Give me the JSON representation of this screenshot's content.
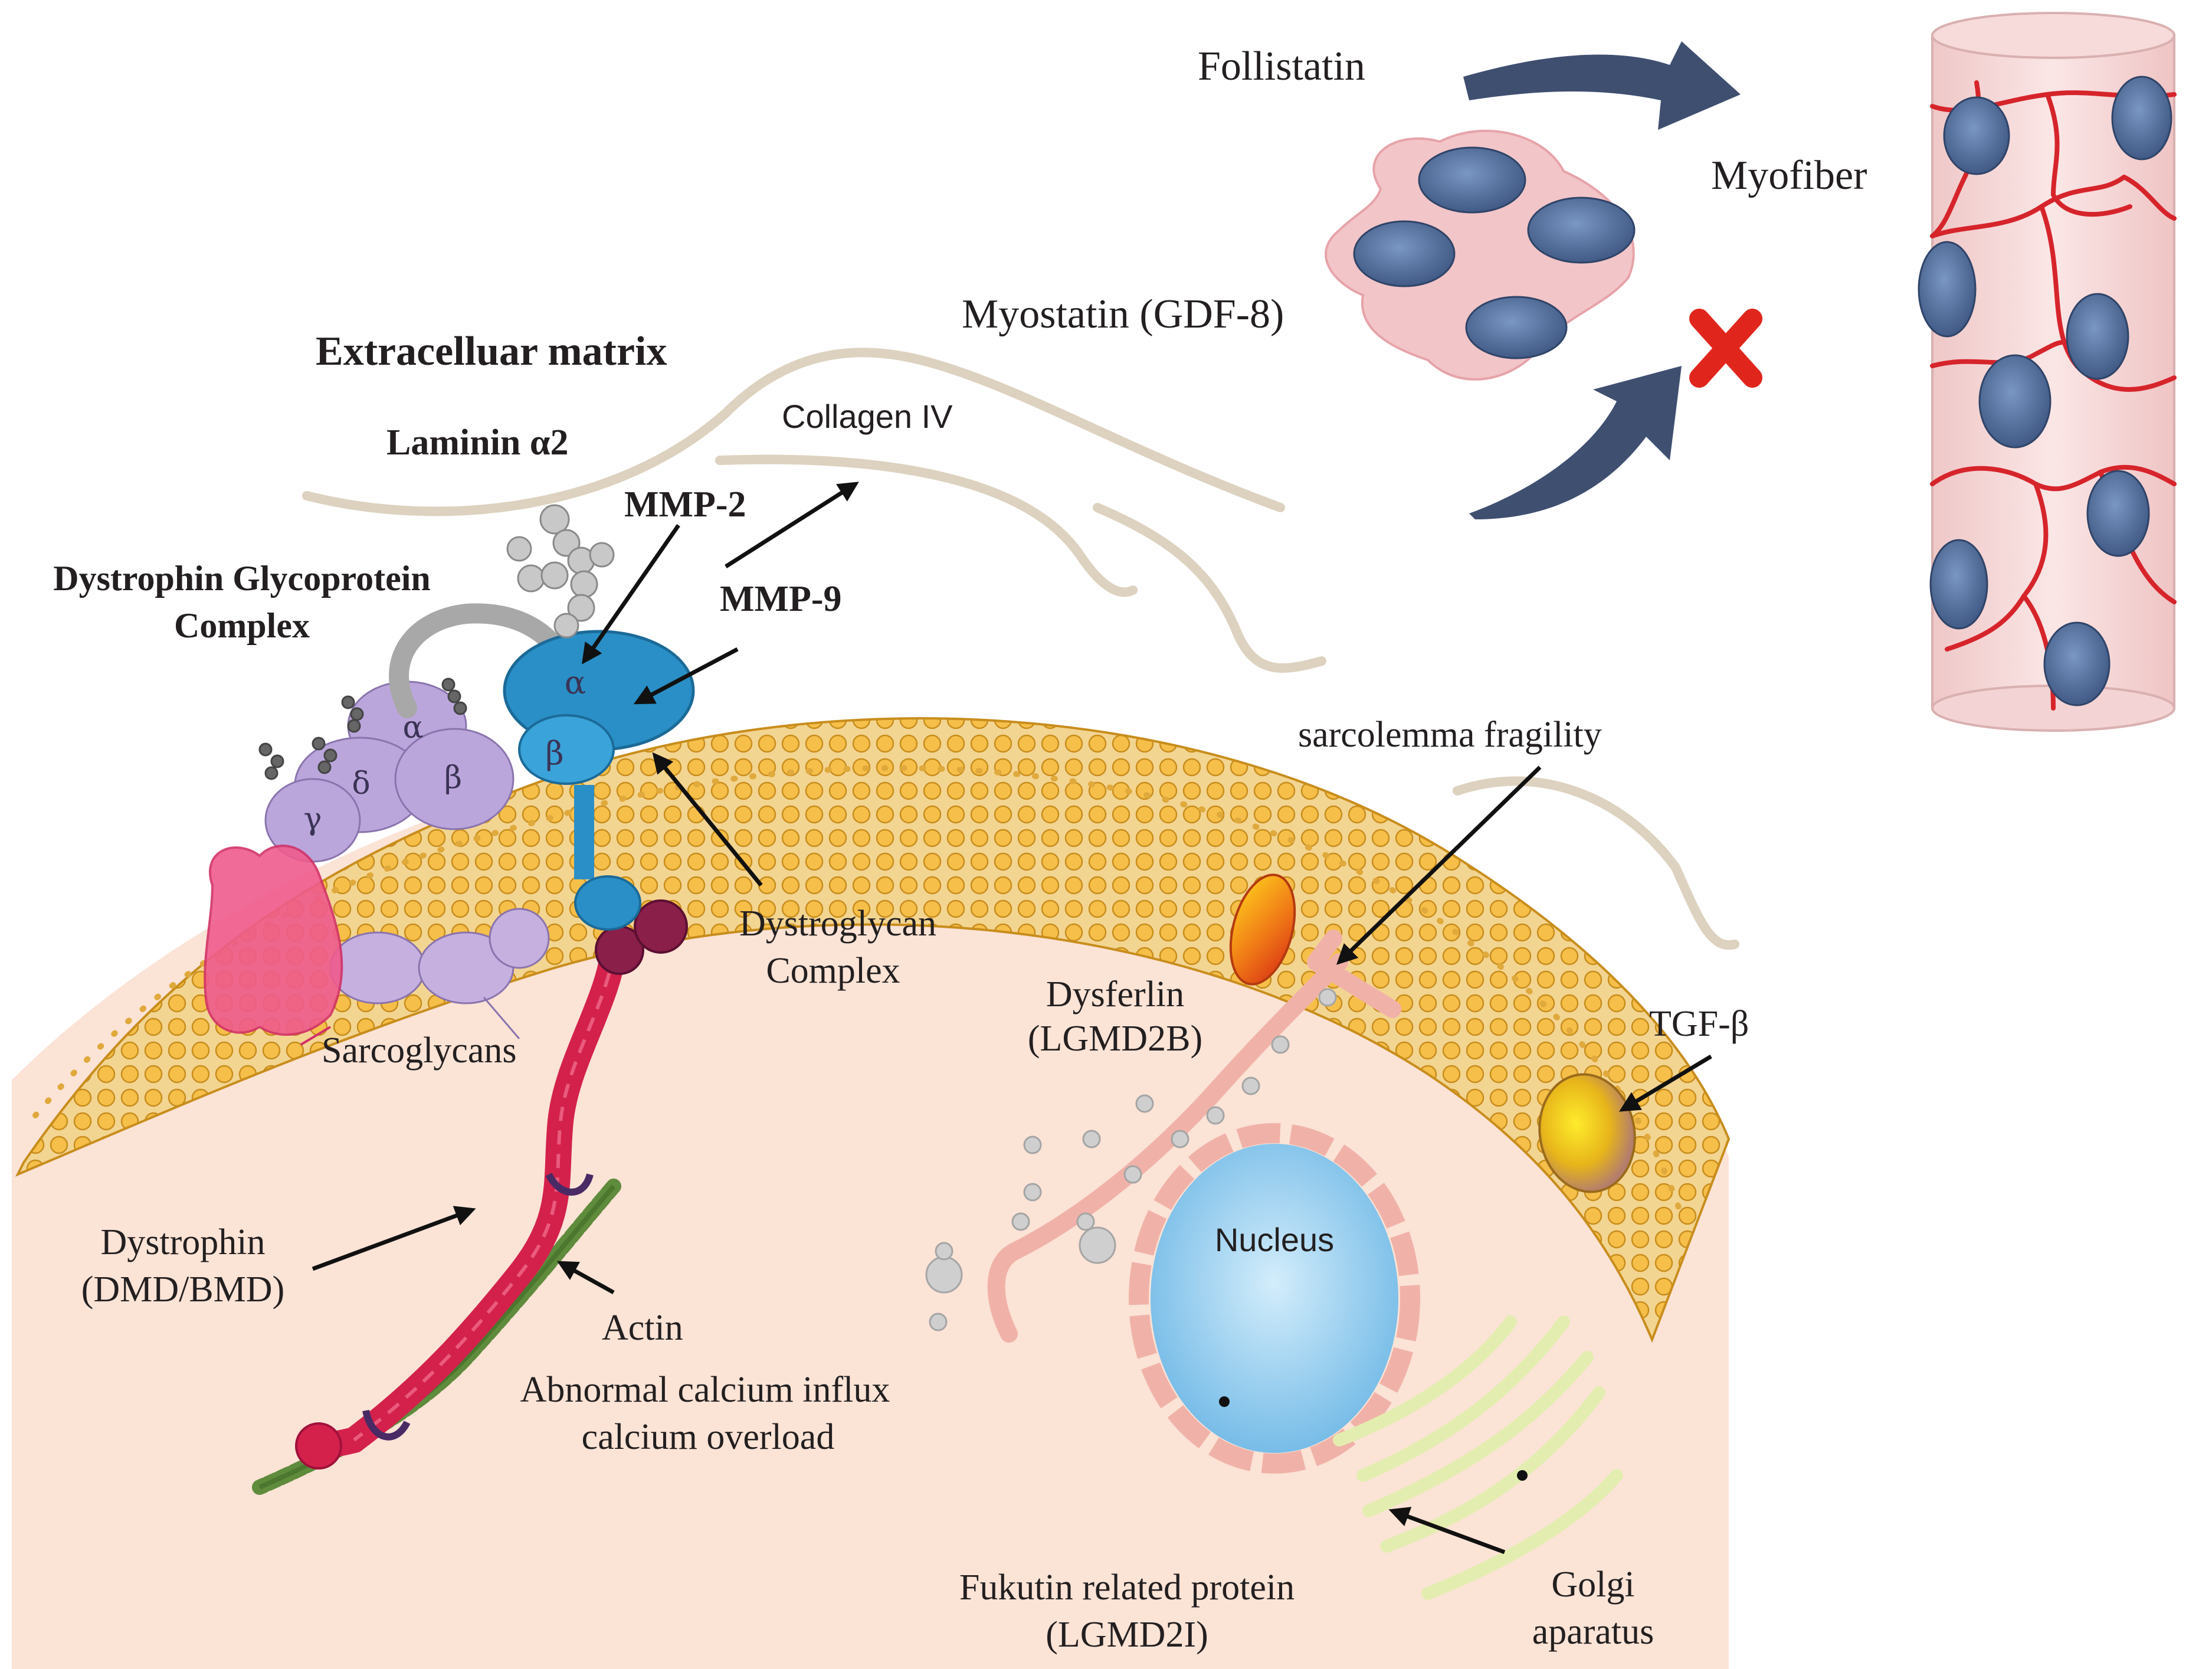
{
  "labels": {
    "follistatin": "Follistatin",
    "myofiber": "Myofiber",
    "myostatin": "Myostatin (GDF-8)",
    "extracellular_matrix": "Extracelluar matrix",
    "collagen_iv": "Collagen IV",
    "laminin": "Laminin α2",
    "mmp2": "MMP-2",
    "mmp9": "MMP-9",
    "dgc_line1": "Dystrophin Glycoprotein",
    "dgc_line2": "Complex",
    "sarcolemma_fragility": "sarcolemma fragility",
    "dystroglycan_line1": "Dystroglycan",
    "dystroglycan_line2": "Complex",
    "dysferlin_line1": "Dysferlin",
    "dysferlin_line2": "(LGMD2B)",
    "tgf_beta": "TGF-β",
    "sarcoglycans": "Sarcoglycans",
    "dystrophin_line1": "Dystrophin",
    "dystrophin_line2": "(DMD/BMD)",
    "actin": "Actin",
    "calcium_line1": "Abnormal calcium influx",
    "calcium_line2": "calcium overload",
    "nucleus": "Nucleus",
    "fukutin_line1": "Fukutin related protein",
    "fukutin_line2": "(LGMD2I)",
    "golgi_line1": "Golgi",
    "golgi_line2": "aparatus"
  },
  "greek": {
    "alpha_sg": "α",
    "delta_sg": "δ",
    "beta_sg": "β",
    "gamma_sg": "γ",
    "alpha_dg": "α",
    "beta_dg": "β"
  },
  "colors": {
    "membrane_gold": "#f6c15a",
    "cytoplasm_pink": "#fbe0d3",
    "dystrophin_red": "#d3214c",
    "actin_green": "#5f8b3c",
    "dystroglycan_blue": "#2a8fc6",
    "sarcoglycan_lilac": "#bba6dc",
    "nucleus_blue": "#a9d8f2",
    "arrow_navy": "#3f4f70",
    "inhibition_red": "#e0261c",
    "myofiber_pink": "#f2d0d0",
    "myofiber_red": "#d6242b"
  }
}
